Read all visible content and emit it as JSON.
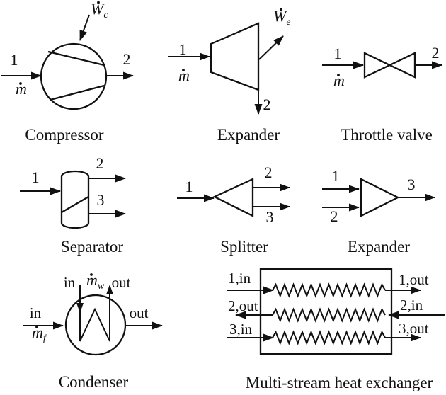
{
  "colors": {
    "ink": "#111111",
    "background": "#ffffff"
  },
  "compressor": {
    "caption": "Compressor",
    "inlet": "1",
    "outlet": "2",
    "mass_base": "m",
    "work_base": "W",
    "work_sub": "c"
  },
  "turbine": {
    "caption": "Expander",
    "inlet": "1",
    "outlet": "2",
    "mass_base": "m",
    "work_base": "W",
    "work_sub": "e"
  },
  "throttle_valve": {
    "caption": "Throttle valve",
    "inlet": "1",
    "outlet": "2",
    "mass_base": "m"
  },
  "separator": {
    "caption": "Separator",
    "inlet": "1",
    "outlet_top": "2",
    "outlet_bottom": "3"
  },
  "splitter": {
    "caption": "Splitter",
    "inlet": "1",
    "outlet_top": "2",
    "outlet_bottom": "3"
  },
  "mixer": {
    "caption": "Expander",
    "inlet_top": "1",
    "inlet_bottom": "2",
    "outlet": "3"
  },
  "condenser": {
    "caption": "Condenser",
    "coolant_in": "in",
    "coolant_out": "out",
    "coolant_mass_base": "m",
    "coolant_mass_sub": "w",
    "feed_in": "in",
    "feed_out": "out",
    "feed_mass_base": "m",
    "feed_mass_sub": "f"
  },
  "heat_exchanger": {
    "caption": "Multi-stream heat exchanger",
    "s1_in": "1,in",
    "s1_out": "1,out",
    "s2_out": "2,out",
    "s2_in": "2,in",
    "s3_in": "3,in",
    "s3_out": "3,out"
  }
}
